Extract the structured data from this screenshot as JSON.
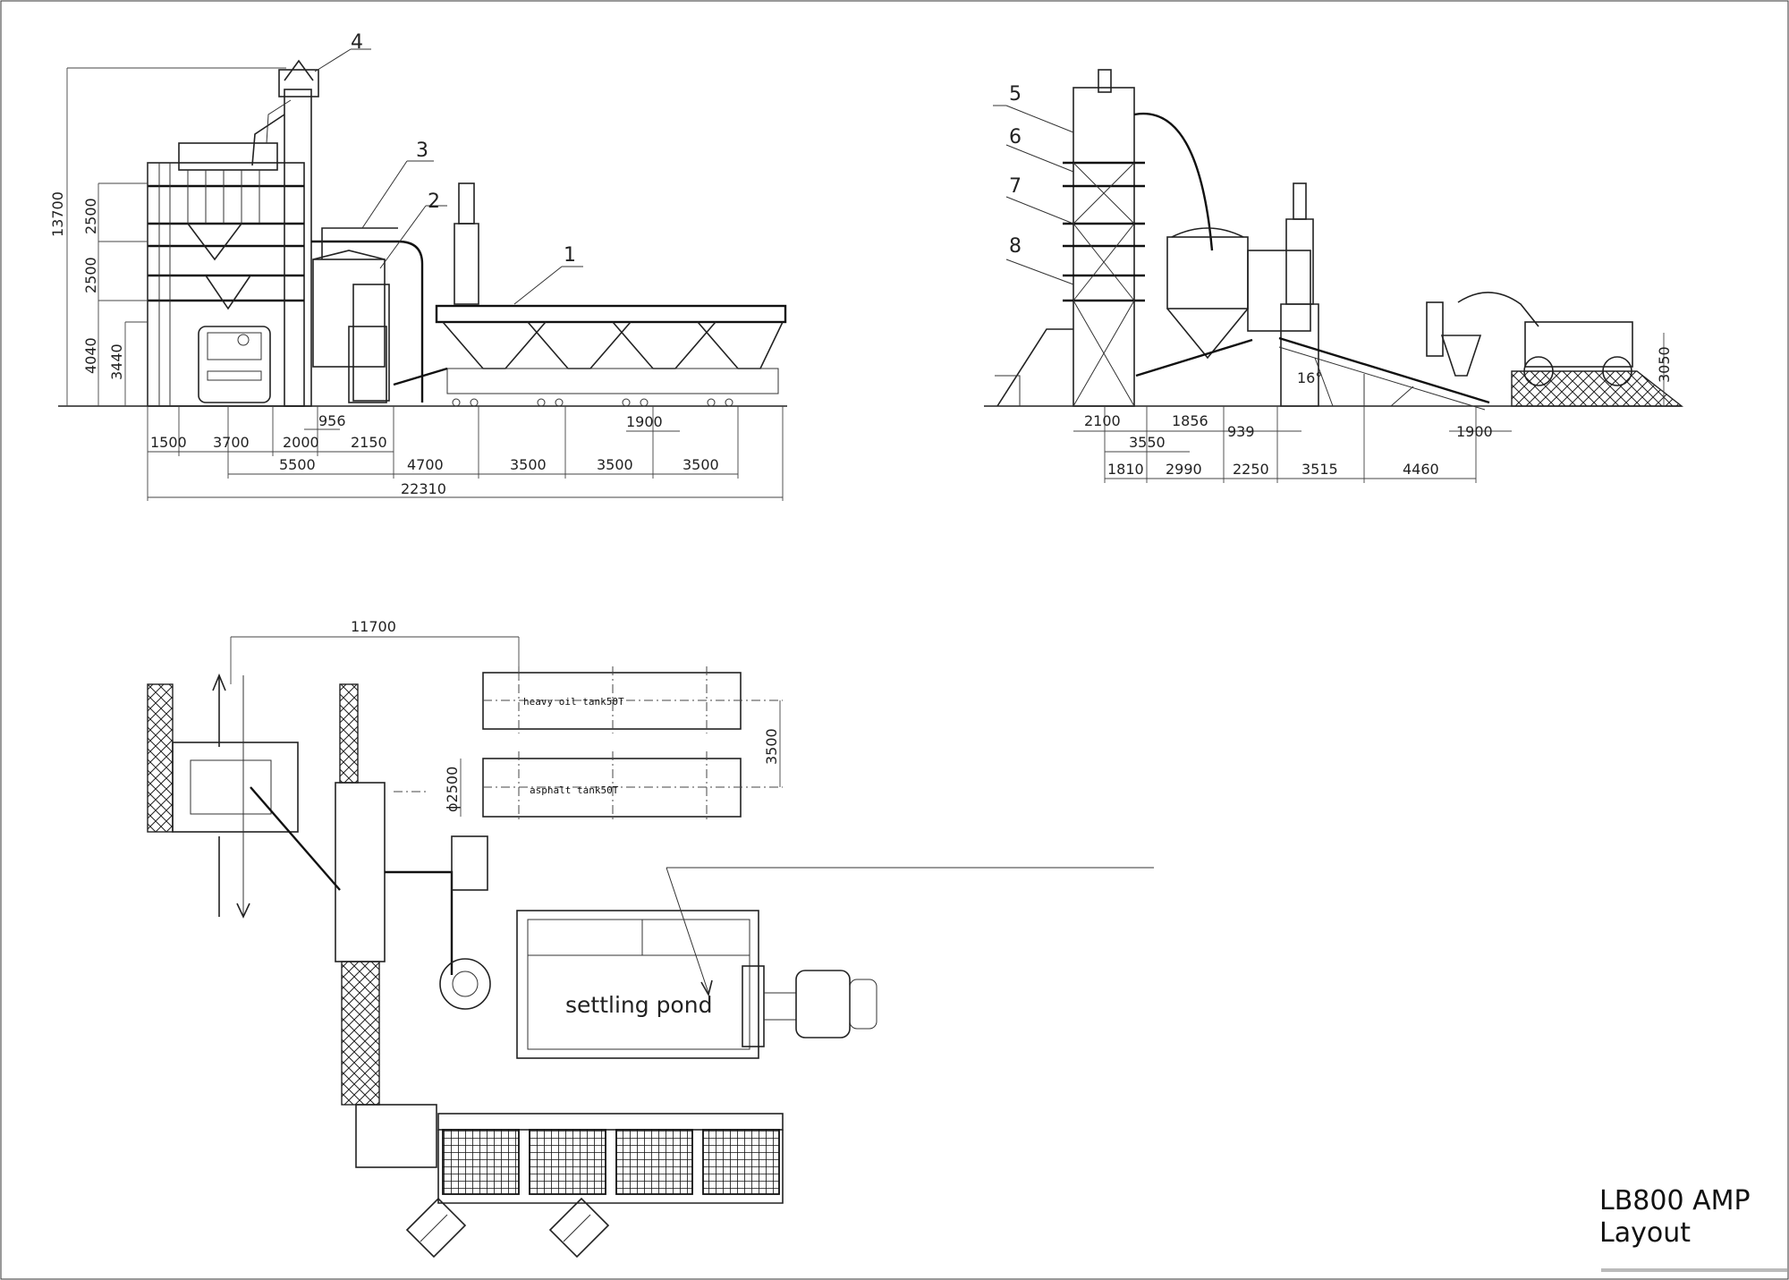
{
  "title": {
    "line1": "LB800 AMP",
    "line2": "Layout"
  },
  "callouts": [
    "1",
    "2",
    "3",
    "4",
    "5",
    "6",
    "7",
    "8"
  ],
  "front_view": {
    "vertical_dims": [
      "13700",
      "2500",
      "2500",
      "4040",
      "3440"
    ],
    "row1": [
      "1500",
      "3700",
      "2000",
      "956",
      "2150"
    ],
    "row2": [
      "5500",
      "4700",
      "3500",
      "3500",
      "3500"
    ],
    "bin_width": "1900",
    "overall": "22310"
  },
  "side_view": {
    "row1": [
      "2100",
      "3550",
      "1856",
      "939",
      "1900"
    ],
    "row2": [
      "1810",
      "2990",
      "2250",
      "3515",
      "4460"
    ],
    "angle": "16°",
    "height_right": "3050"
  },
  "plan_view": {
    "length": "11700",
    "tank_spacing": "3500",
    "tank_diameter": "ϕ2500",
    "heavy_oil_tank": "heavy oil tank50T",
    "asphalt_tank": "asphalt tank50T",
    "pond": "settling pond"
  }
}
